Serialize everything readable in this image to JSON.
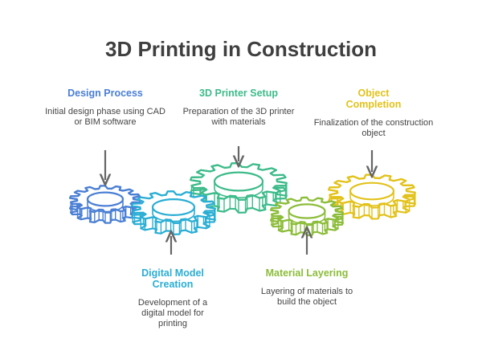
{
  "title": "3D Printing in Construction",
  "colors": {
    "design": "#4a7fd4",
    "digital": "#2aaed4",
    "printer": "#3dbb8a",
    "layering": "#8cbd3a",
    "completion": "#e2c21a",
    "arrow": "#666666"
  },
  "steps": [
    {
      "title": "Design Process",
      "description": "Initial design phase using CAD or BIM software"
    },
    {
      "title": "Digital Model Creation",
      "description": "Development of a digital model for printing"
    },
    {
      "title": "3D Printer Setup",
      "description": "Preparation of the 3D printer with materials"
    },
    {
      "title": "Material Layering",
      "description": "Layering of materials to build the object"
    },
    {
      "title": "Object Completion",
      "description": "Finalization of the construction object"
    }
  ]
}
